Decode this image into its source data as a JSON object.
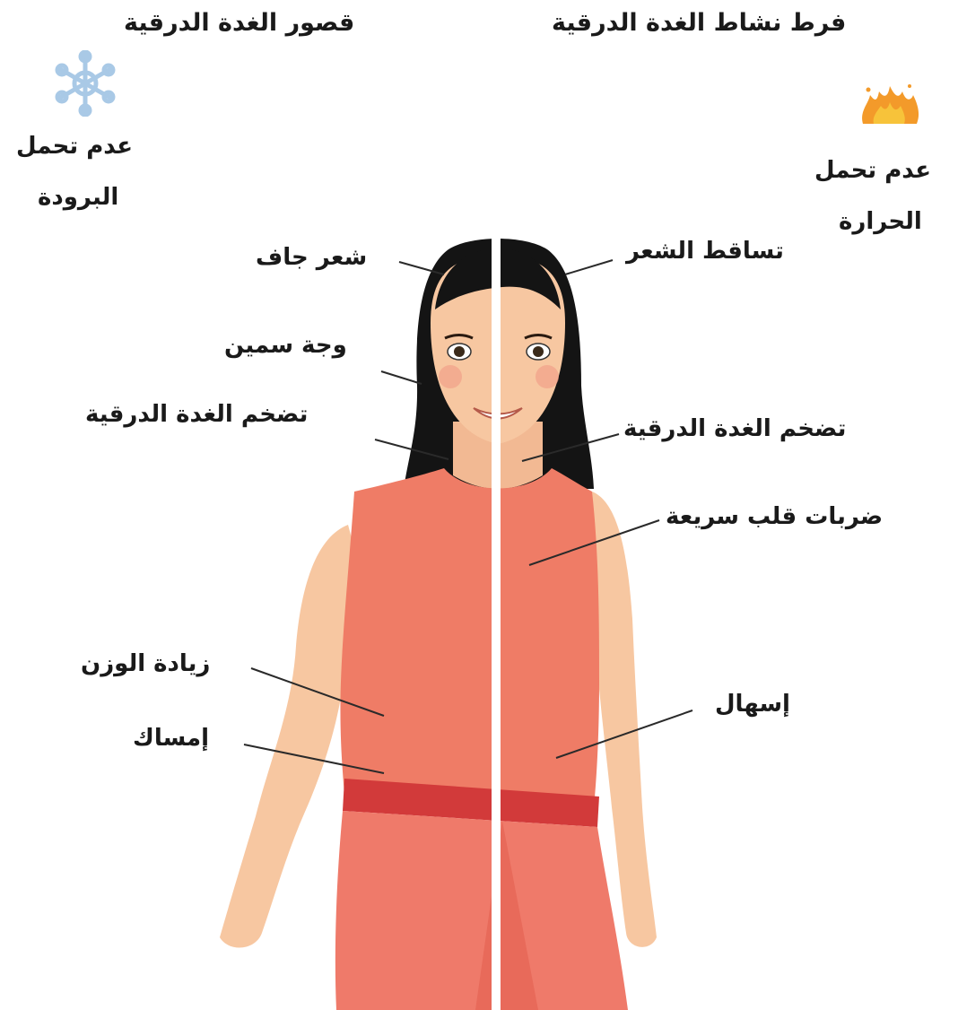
{
  "headers": {
    "hypothyroidism": "قصور الغدة الدرقية",
    "hyperthyroidism": "فرط نشاط الغدة الدرقية"
  },
  "hypo": {
    "intolerance_line1": "عدم تحمل",
    "intolerance_line2": "البرودة",
    "labels": [
      "شعر جاف",
      "وجة سمين",
      "تضخم الغدة الدرقية",
      "زيادة الوزن",
      "إمساك"
    ]
  },
  "hyper": {
    "intolerance_line1": "عدم تحمل",
    "intolerance_line2": "الحرارة",
    "labels": [
      "تساقط الشعر",
      "تضخم الغدة الدرقية",
      "ضربات قلب سريعة",
      "إسهال"
    ]
  },
  "icons": {
    "cold": "snowflake-icon",
    "heat": "fire-icon"
  },
  "colors": {
    "shirt": "#ef7c66",
    "pants": "#ef7a6a",
    "belt": "#d23a3a",
    "skin": "#f7c7a1",
    "hair": "#141414",
    "snowflake": "#a9c9e6",
    "fire": "#f39a2a"
  }
}
